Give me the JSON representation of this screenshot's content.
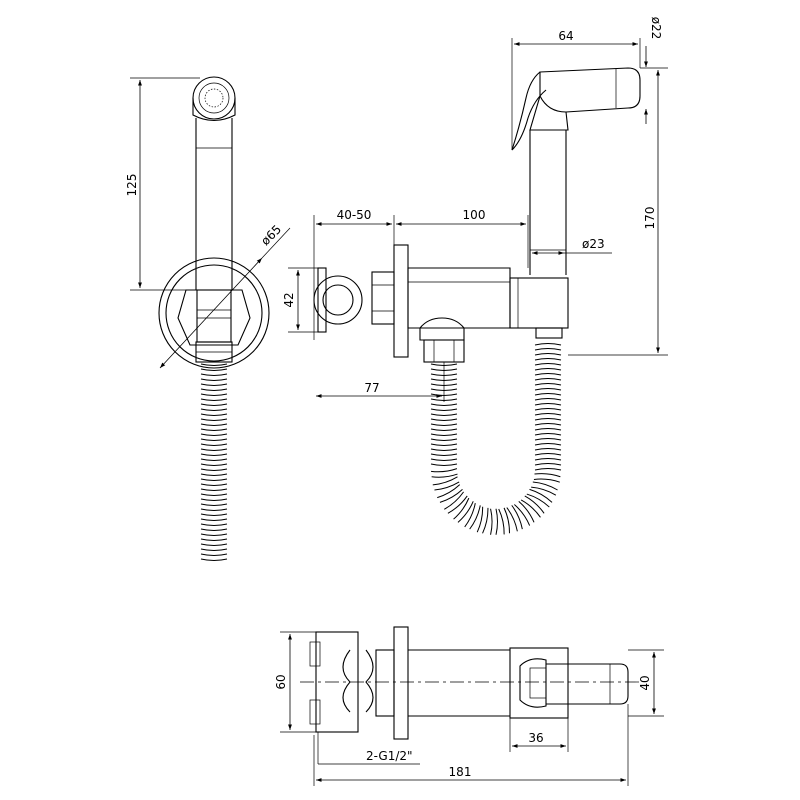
{
  "dimensions": {
    "handle_length": "125",
    "flange_diameter": "ø65",
    "bracket_height": "42",
    "wall_gap": "40-50",
    "body_length": "100",
    "head_length": "64",
    "head_diameter": "ø22",
    "overall_height": "170",
    "handle_diameter": "ø23",
    "hose_outlet_offset": "77",
    "bottom_height": "60",
    "head_height_bottom": "40",
    "holder_width": "36",
    "thread_spec": "2-G1/2\"",
    "overall_length": "181"
  }
}
